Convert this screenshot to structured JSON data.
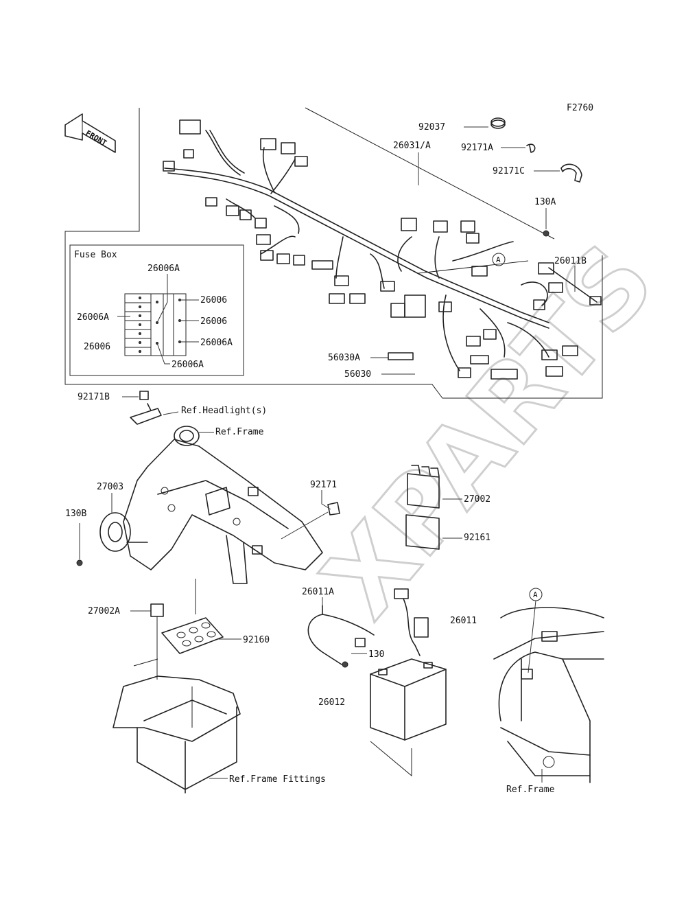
{
  "figure_code": "F2760",
  "front_label": "FRONT",
  "watermark": "XPARTS",
  "inset": {
    "title": "Fuse Box"
  },
  "callout_letter": "A",
  "labels": {
    "p92037": "92037",
    "p26031a": "26031/A",
    "p92171a": "92171A",
    "p92171c": "92171C",
    "p130a": "130A",
    "p26011b": "26011B",
    "p26006a_top": "26006A",
    "p26006_r1": "26006",
    "p26006a_left": "26006A",
    "p26006_r2": "26006",
    "p26006a_r3": "26006A",
    "p26006_left": "26006",
    "p26006a_bot": "26006A",
    "p56030a": "56030A",
    "p56030": "56030",
    "p92171b": "92171B",
    "ref_headlight": "Ref.Headlight(s)",
    "ref_frame_top": "Ref.Frame",
    "p92171": "92171",
    "p27002": "27002",
    "p92161": "92161",
    "p27003": "27003",
    "p130b": "130B",
    "p26011a": "26011A",
    "p26011": "26011",
    "p27002a": "27002A",
    "p92160": "92160",
    "p130": "130",
    "p26012": "26012",
    "ref_frame_fittings": "Ref.Frame Fittings",
    "ref_frame_bottom": "Ref.Frame"
  }
}
